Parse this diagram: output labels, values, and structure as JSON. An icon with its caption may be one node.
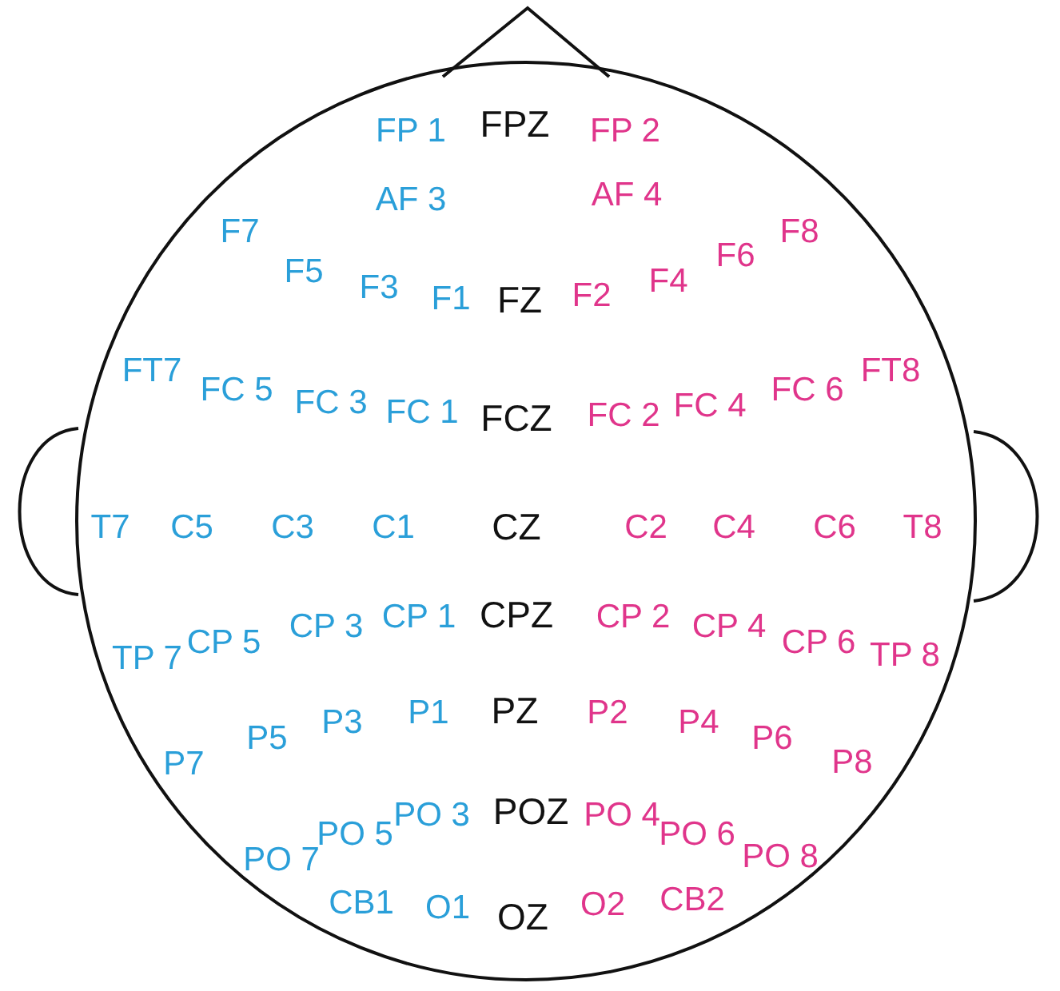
{
  "diagram": {
    "labels": [
      "FP 1",
      "FPZ",
      "FP 2",
      "AF 3",
      "AF 4",
      "F7",
      "F8",
      "F5",
      "F6",
      "F3",
      "F4",
      "F1",
      "FZ",
      "F2",
      "FT7",
      "FC 5",
      "FC 3",
      "FC 1",
      "FCZ",
      "FC 2",
      "FC 4",
      "FC 6",
      "FT8",
      "T7",
      "C5",
      "C3",
      "C1",
      "CZ",
      "C2",
      "C4",
      "C6",
      "T8",
      "TP 7",
      "CP 5",
      "CP 3",
      "CP 1",
      "CPZ",
      "CP 2",
      "CP 4",
      "CP 6",
      "TP 8",
      "P7",
      "P5",
      "P3",
      "P1",
      "PZ",
      "P2",
      "P4",
      "P6",
      "P8",
      "PO 7",
      "PO 5",
      "PO 3",
      "POZ",
      "PO 4",
      "PO 6",
      "PO 8",
      "CB1",
      "O1",
      "OZ",
      "O2",
      "CB2"
    ]
  }
}
